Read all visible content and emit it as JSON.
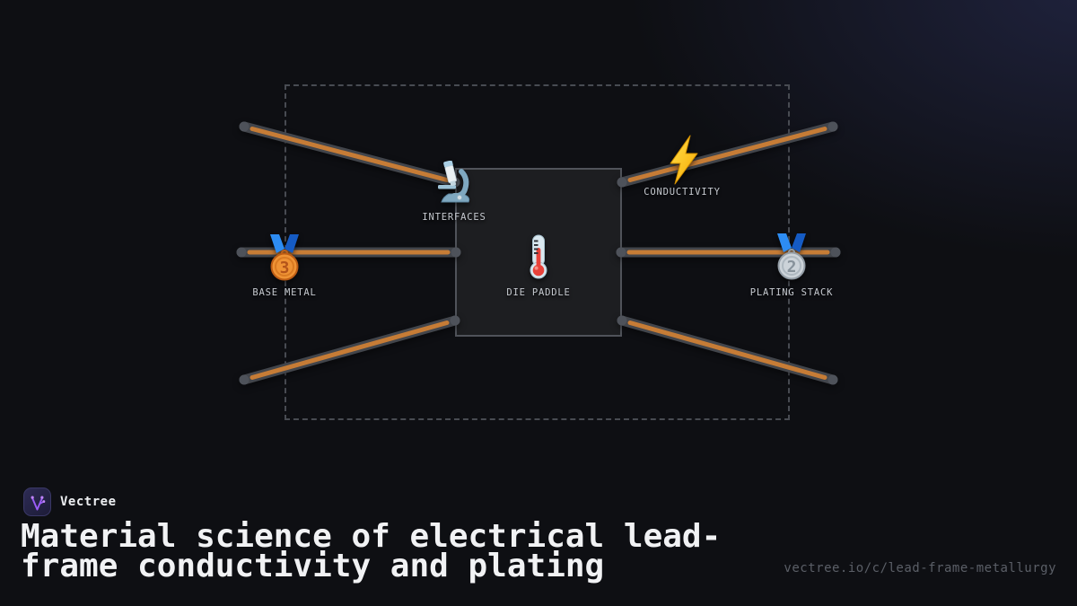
{
  "brand": {
    "name": "Vectree",
    "url": "vectree.io/c/lead-frame-metallurgy",
    "logo_icon": "vectree-branch-icon",
    "logo_colors": {
      "tile": "#262347",
      "stroke": "#9a5cf6",
      "dots": "#c084fc"
    }
  },
  "title": {
    "line1": "Material science of electrical lead-",
    "line2": "frame conductivity and plating"
  },
  "diagram": {
    "nodes": [
      {
        "id": "interfaces",
        "label": "INTERFACES",
        "icon": "microscope-icon"
      },
      {
        "id": "conductivity",
        "label": "CONDUCTIVITY",
        "icon": "lightning-icon"
      },
      {
        "id": "base-metal",
        "label": "BASE METAL",
        "icon": "bronze-medal-icon"
      },
      {
        "id": "die-paddle",
        "label": "DIE PADDLE",
        "icon": "thermometer-icon"
      },
      {
        "id": "plating-stack",
        "label": "PLATING STACK",
        "icon": "silver-medal-icon"
      }
    ],
    "medal_numbers": {
      "bronze": "3",
      "silver": "2"
    },
    "colors": {
      "background": "#0e0f13",
      "panel_fill": "#1d1e21",
      "panel_border": "#50535a",
      "dashed_border": "#484b52",
      "lead_outer": "#42454b",
      "lead_inner_orange": "#c67c36",
      "label_text": "#c6cad0",
      "bolt_yellow": "#ffd021",
      "medal_ribbon_blue": "#2d8cf2"
    }
  }
}
